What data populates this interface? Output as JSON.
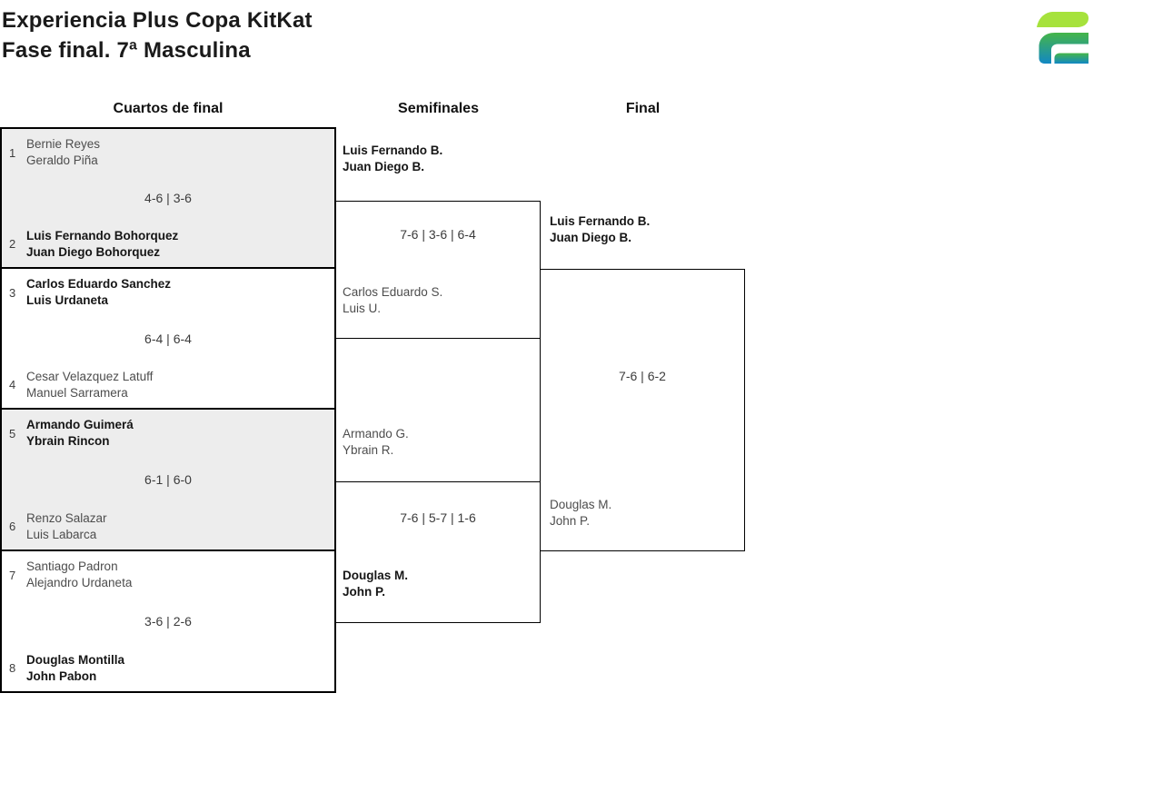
{
  "page": {
    "title_line1": "Experiencia Plus Copa KitKat",
    "title_line2": "Fase final. 7ª Masculina"
  },
  "logo": {
    "name": "brand-logo",
    "colors": {
      "leaf": "#a6e23c",
      "gradient_top": "#45b549",
      "gradient_bottom": "#1288c4"
    }
  },
  "colors": {
    "match_bg_gray": "#ededed",
    "border": "#000000",
    "winner_text": "#161616",
    "loser_text": "#4d4d4d",
    "score_text": "#3b3b3b"
  },
  "bracket": {
    "headers": {
      "quarterfinals": "Cuartos de final",
      "semifinals": "Semifinales",
      "final": "Final"
    },
    "quarterfinals": [
      {
        "seed_top": "1",
        "seed_bottom": "2",
        "top": {
          "players": [
            "Bernie Reyes",
            "Geraldo Piña"
          ],
          "winner": false
        },
        "bottom": {
          "players": [
            "Luis Fernando Bohorquez",
            "Juan Diego Bohorquez"
          ],
          "winner": true
        },
        "score": "4-6 | 3-6"
      },
      {
        "seed_top": "3",
        "seed_bottom": "4",
        "top": {
          "players": [
            "Carlos Eduardo Sanchez",
            "Luis Urdaneta"
          ],
          "winner": true
        },
        "bottom": {
          "players": [
            "Cesar Velazquez Latuff",
            "Manuel Sarramera"
          ],
          "winner": false
        },
        "score": "6-4 | 6-4"
      },
      {
        "seed_top": "5",
        "seed_bottom": "6",
        "top": {
          "players": [
            "Armando Guimerá",
            "Ybrain Rincon"
          ],
          "winner": true
        },
        "bottom": {
          "players": [
            "Renzo Salazar",
            "Luis Labarca"
          ],
          "winner": false
        },
        "score": "6-1 | 6-0"
      },
      {
        "seed_top": "7",
        "seed_bottom": "8",
        "top": {
          "players": [
            "Santiago Padron",
            "Alejandro Urdaneta"
          ],
          "winner": false
        },
        "bottom": {
          "players": [
            "Douglas Montilla",
            "John Pabon"
          ],
          "winner": true
        },
        "score": "3-6 | 2-6"
      }
    ],
    "semifinals": [
      {
        "top": {
          "players": [
            "Luis Fernando B.",
            "Juan Diego B."
          ],
          "winner": true
        },
        "bottom": {
          "players": [
            "Carlos Eduardo S.",
            "Luis U."
          ],
          "winner": false
        },
        "score": "7-6 | 3-6 | 6-4"
      },
      {
        "top": {
          "players": [
            "Armando G.",
            "Ybrain R."
          ],
          "winner": false
        },
        "bottom": {
          "players": [
            "Douglas M.",
            "John P."
          ],
          "winner": true
        },
        "score": "7-6 | 5-7 | 1-6"
      }
    ],
    "final": {
      "top": {
        "players": [
          "Luis Fernando B.",
          "Juan Diego B."
        ],
        "winner": true
      },
      "bottom": {
        "players": [
          "Douglas M.",
          "John P."
        ],
        "winner": false
      },
      "score": "7-6 | 6-2"
    }
  }
}
